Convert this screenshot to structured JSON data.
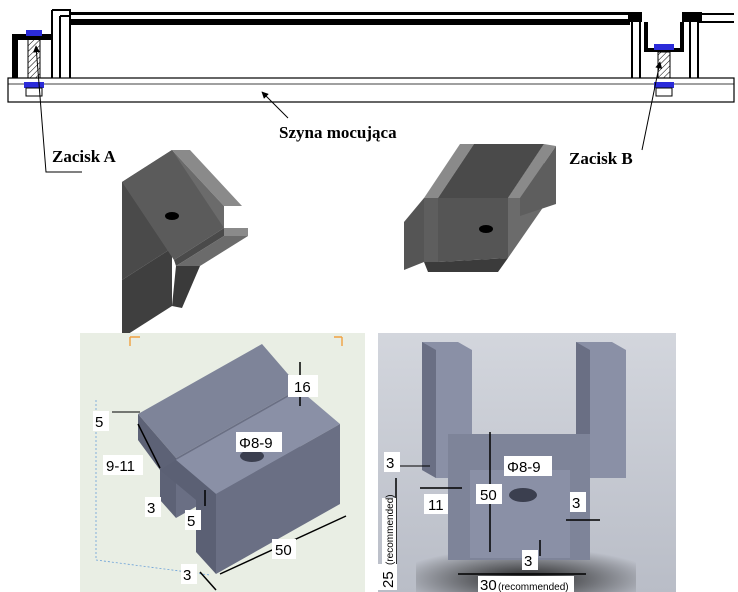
{
  "top_drawing": {
    "rail_label": "Szyna mocująca",
    "clamp_a_label": "Zacisk A",
    "clamp_b_label": "Zacisk B"
  },
  "left_photo": {
    "dim_height": "16",
    "dim_step": "5",
    "dim_gap": "9-11",
    "dim_hole": "Φ8-9",
    "dim_thickness": "3",
    "dim_lip": "5",
    "dim_length": "50",
    "dim_bottom": "3"
  },
  "right_photo": {
    "dim_top_thickness": "3",
    "dim_hole": "Φ8-9",
    "dim_length": "50",
    "dim_flange": "11",
    "dim_side": "3",
    "dim_bottom_thickness": "3",
    "dim_height": "25",
    "dim_height_note": "(recommended)",
    "dim_width": "30",
    "dim_width_note": "(recommended)"
  },
  "colors": {
    "part_dark": "#4a4a4a",
    "part_mid": "#6b6b6b",
    "part_light": "#8a8a8a",
    "bolt_blue": "#2b2bd9",
    "photo_left_bg": "#e9eee4",
    "photo_right_bg": "#c9cdd6",
    "model_blue_grey": "#7e8499",
    "orange_guide": "#f0a040"
  }
}
